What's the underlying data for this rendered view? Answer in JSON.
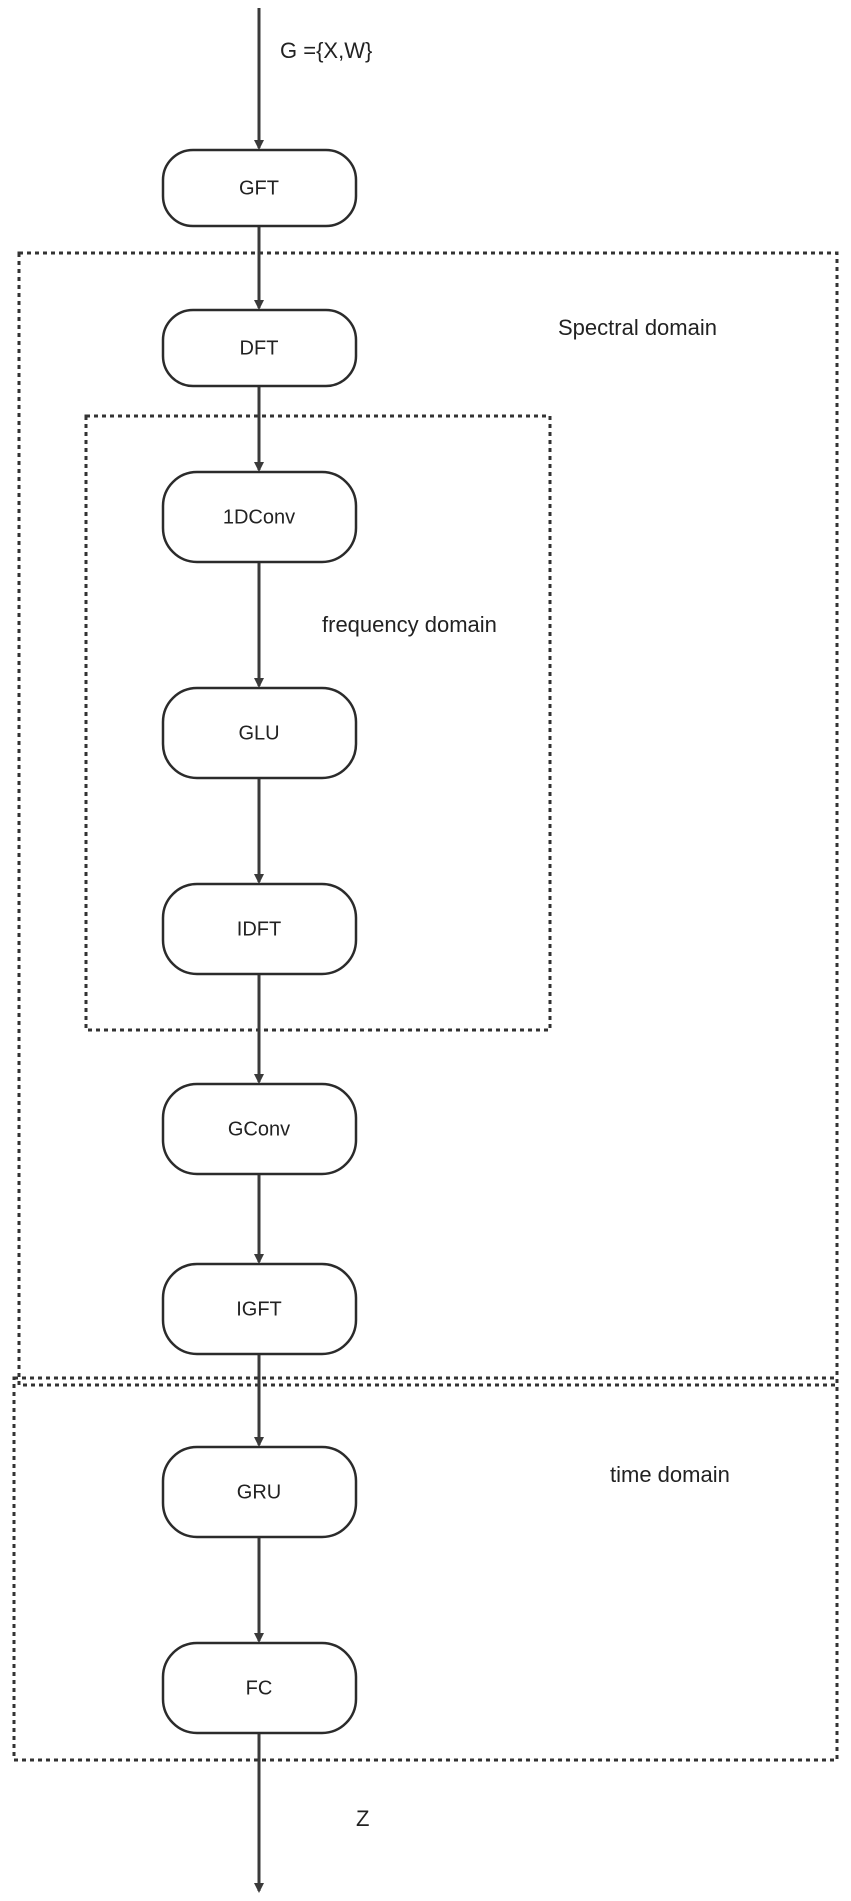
{
  "input_label": "G ={X,W}",
  "output_label": "Z",
  "regions": {
    "spectral": "Spectral domain",
    "frequency": "frequency domain",
    "time": "time domain"
  },
  "nodes": [
    {
      "id": "gft",
      "label": "GFT"
    },
    {
      "id": "dft",
      "label": "DFT"
    },
    {
      "id": "conv1d",
      "label": "1DConv"
    },
    {
      "id": "glu",
      "label": "GLU"
    },
    {
      "id": "idft",
      "label": "IDFT"
    },
    {
      "id": "gconv",
      "label": "GConv"
    },
    {
      "id": "igft",
      "label": "IGFT"
    },
    {
      "id": "gru",
      "label": "GRU"
    },
    {
      "id": "fc",
      "label": "FC"
    }
  ],
  "edges": [
    [
      "input",
      "gft"
    ],
    [
      "gft",
      "dft"
    ],
    [
      "dft",
      "conv1d"
    ],
    [
      "conv1d",
      "glu"
    ],
    [
      "glu",
      "idft"
    ],
    [
      "idft",
      "gconv"
    ],
    [
      "gconv",
      "igft"
    ],
    [
      "igft",
      "gru"
    ],
    [
      "gru",
      "fc"
    ],
    [
      "fc",
      "output"
    ]
  ]
}
